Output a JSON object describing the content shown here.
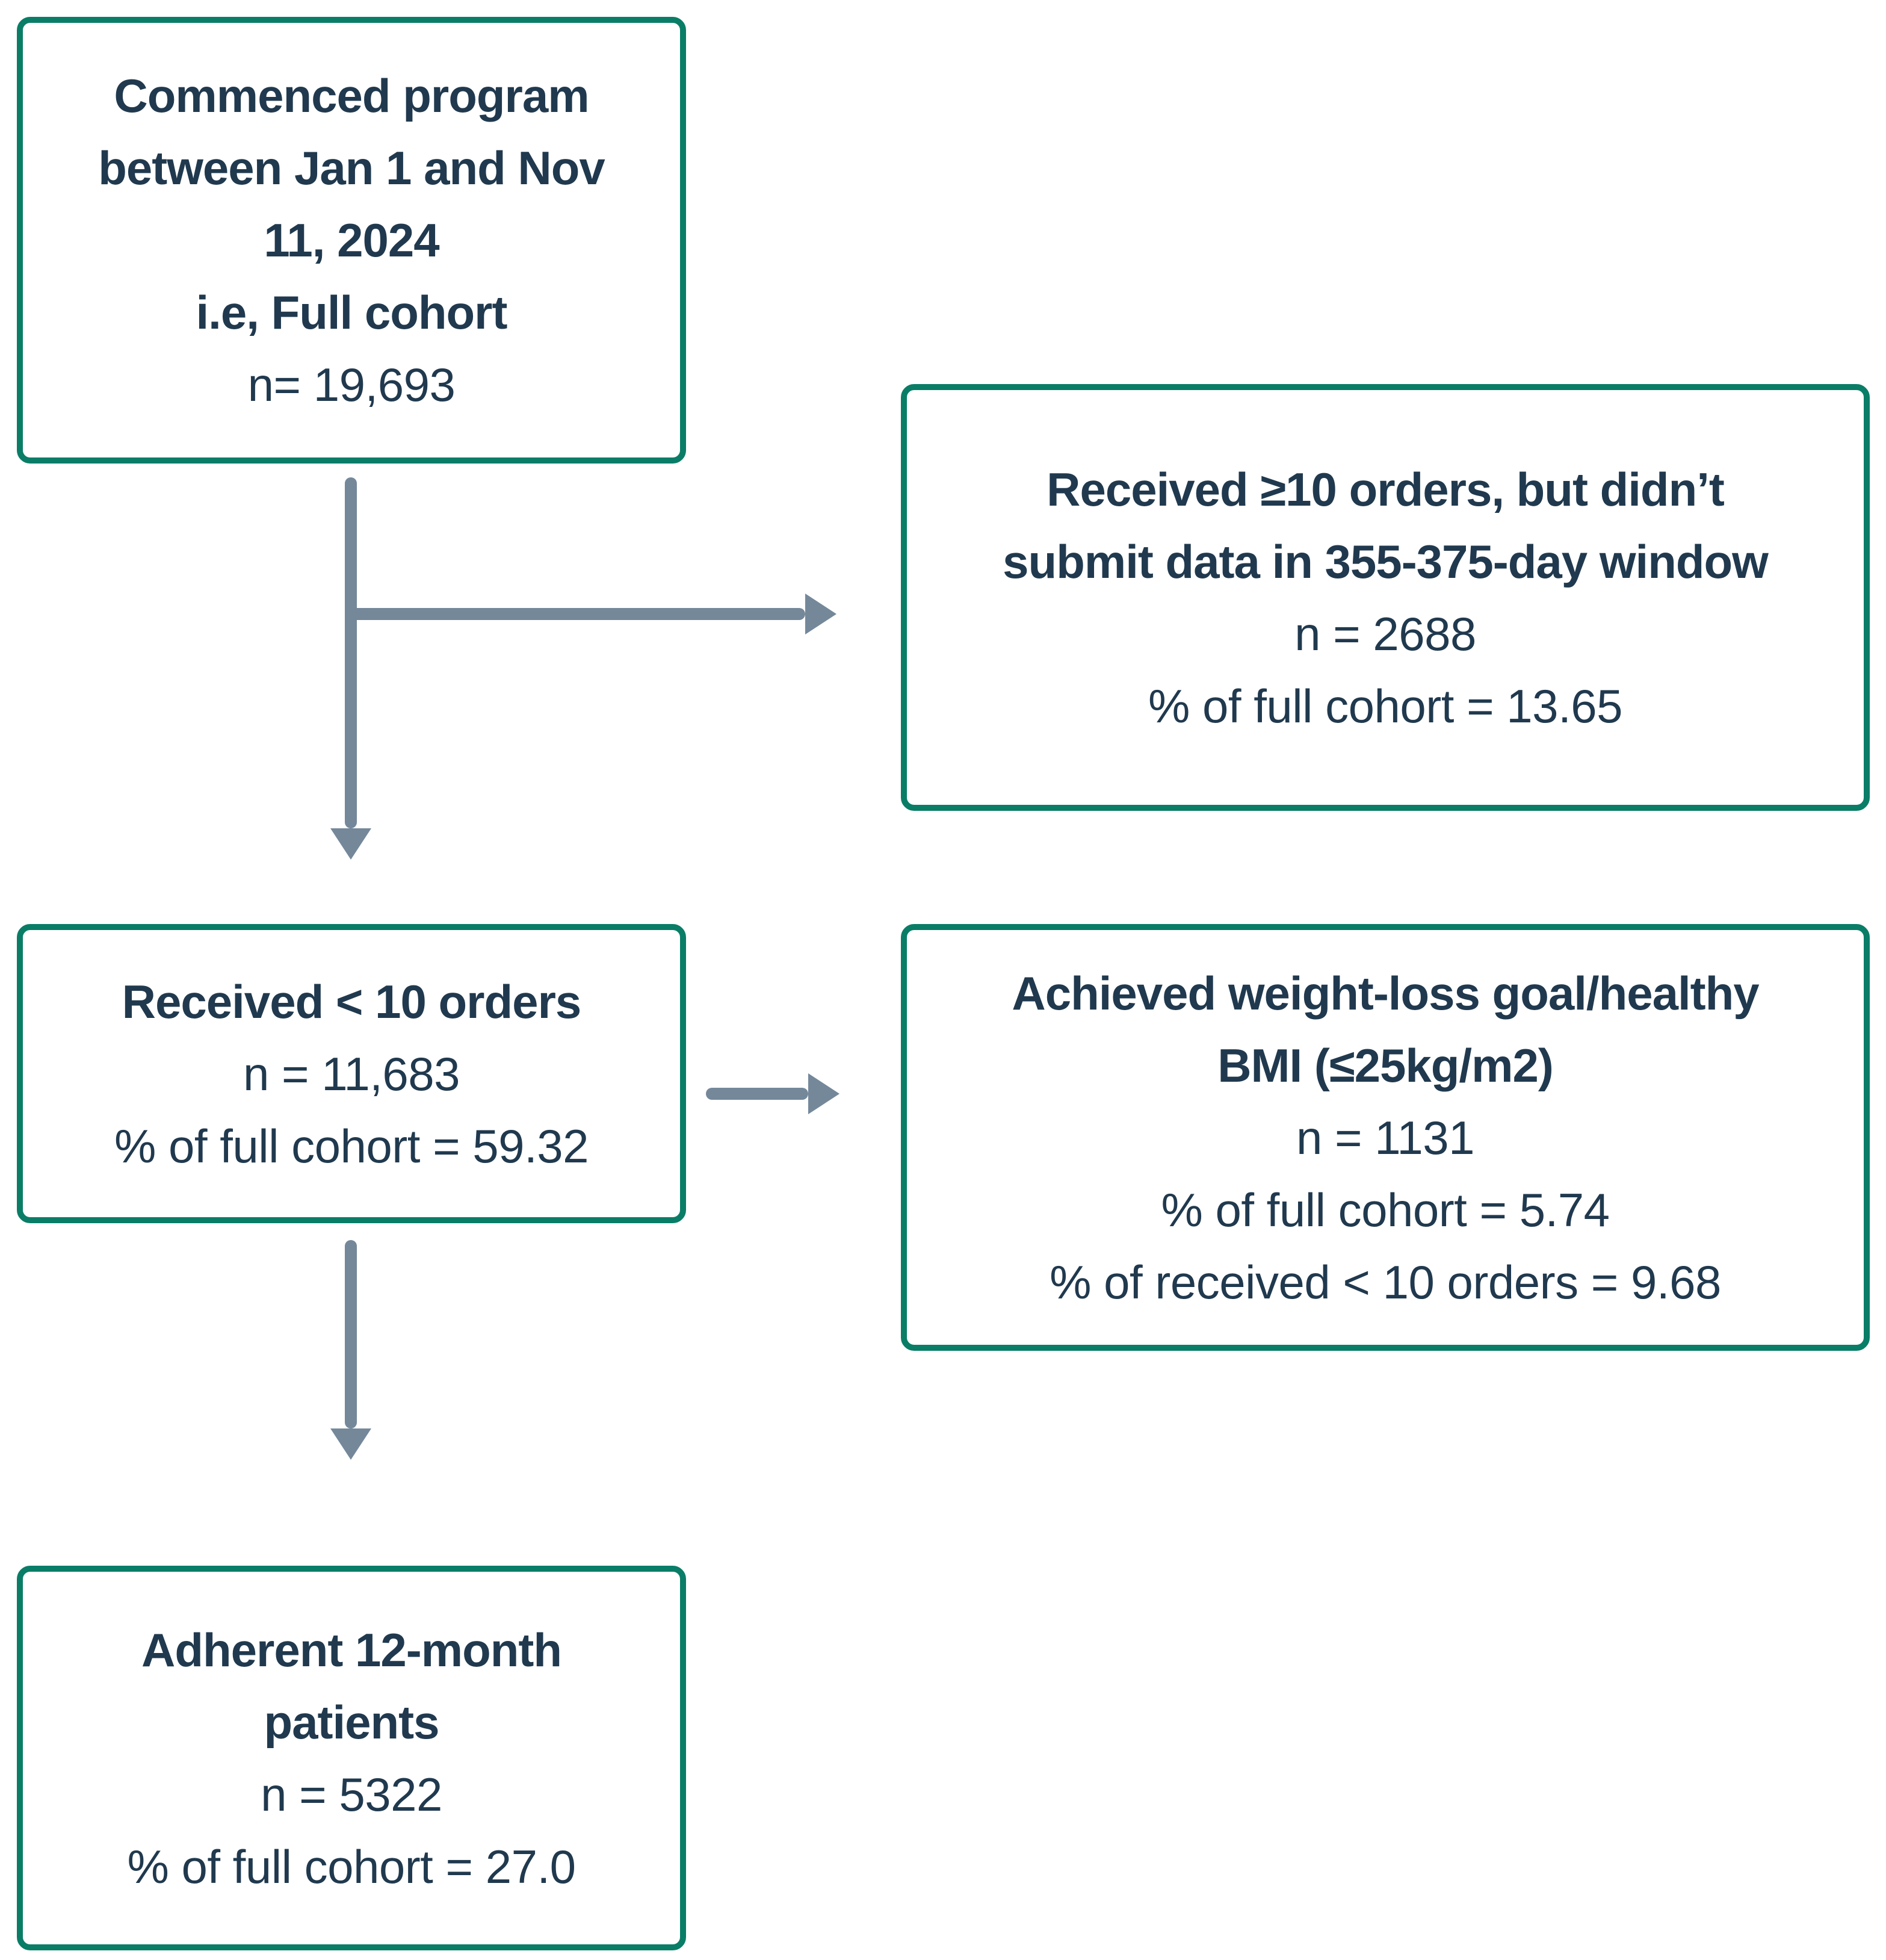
{
  "colors": {
    "box_border": "#0A7D67",
    "text": "#20394E",
    "arrow": "#74889A",
    "background": "#FFFFFF"
  },
  "boxes": {
    "full_cohort": {
      "heading_lines": [
        "Commenced program",
        "between Jan 1 and Nov",
        "11, 2024",
        "i.e, Full cohort"
      ],
      "detail_lines": [
        "n= 19,693"
      ]
    },
    "no_data_window": {
      "heading_lines": [
        "Received ≥10 orders, but didn’t",
        "submit data in 355-375-day window"
      ],
      "detail_lines": [
        "n = 2688",
        "% of full cohort = 13.65"
      ]
    },
    "under_10_orders": {
      "heading_lines": [
        "Received < 10 orders"
      ],
      "detail_lines": [
        "n = 11,683",
        "% of full cohort = 59.32"
      ]
    },
    "weight_loss_goal": {
      "heading_lines": [
        "Achieved weight-loss goal/healthy",
        "BMI (≤25kg/m2)"
      ],
      "detail_lines": [
        "n = 1131",
        "% of full cohort = 5.74",
        "% of received < 10 orders = 9.68"
      ]
    },
    "adherent_12_month": {
      "heading_lines": [
        "Adherent 12-month",
        "patients"
      ],
      "detail_lines": [
        "n = 5322",
        "% of full cohort = 27.0"
      ]
    }
  }
}
